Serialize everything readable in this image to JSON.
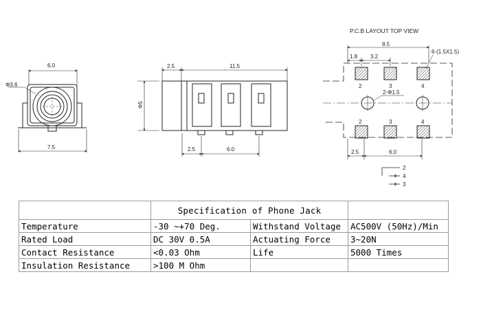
{
  "drawing": {
    "front_view": {
      "width_top": "6.0",
      "hole_dia": "Φ3.6",
      "width_bottom": "7.5"
    },
    "side_view": {
      "left_dim": "2.5",
      "length": "11.5",
      "height": "Φ5",
      "pin_offset": "2.5",
      "pin_pitch": "6.0"
    },
    "pcb_layout": {
      "title": "P.C.B LAYOUT   TOP VIEW",
      "total_width": "8.5",
      "dim_a": "1.8",
      "dim_b": "3.2",
      "pad_note": "6-(1.5X1.5)",
      "hole_note": "2-Φ1.5",
      "pad_labels_top": [
        "2",
        "3",
        "4"
      ],
      "pad_labels_bottom": [
        "2",
        "3",
        "4"
      ],
      "bottom_dim_a": "2.5",
      "bottom_dim_b": "6.0"
    },
    "schematic": {
      "pins": [
        "2",
        "4",
        "3"
      ]
    }
  },
  "spec": {
    "title": "Specification of Phone Jack",
    "rows": [
      [
        "Temperature",
        "-30 ~+70 Deg.",
        "Withstand Voltage",
        "AC500V (50Hz)/Min"
      ],
      [
        "Rated Load",
        "DC 30V 0.5A",
        "Actuating Force",
        "3~20N"
      ],
      [
        "Contact Resistance",
        "<0.03 Ohm",
        "Life",
        "5000 Times"
      ],
      [
        "Insulation Resistance",
        ">100 M Ohm",
        "",
        ""
      ]
    ]
  }
}
